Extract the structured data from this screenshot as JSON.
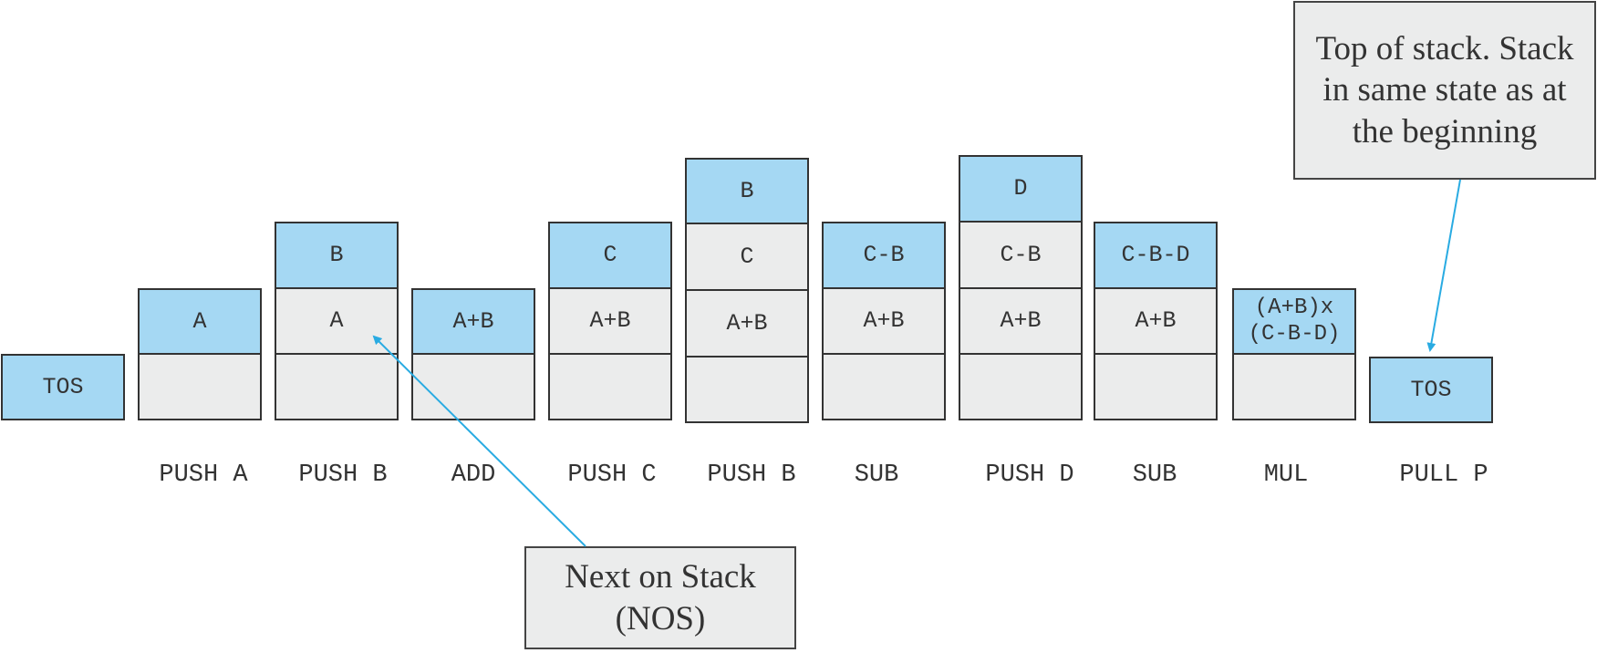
{
  "colors": {
    "top_of_stack": "#a5d8f3",
    "stack_cell": "#ebecec",
    "border": "#333333",
    "arrow": "#29abe2"
  },
  "steps": [
    {
      "op": "",
      "cells": [
        "TOS"
      ]
    },
    {
      "op": "PUSH A",
      "cells": [
        "A",
        ""
      ]
    },
    {
      "op": "PUSH B",
      "cells": [
        "B",
        "A",
        ""
      ]
    },
    {
      "op": "ADD",
      "cells": [
        "A+B",
        ""
      ]
    },
    {
      "op": "PUSH C",
      "cells": [
        "C",
        "A+B",
        ""
      ]
    },
    {
      "op": "PUSH B",
      "cells": [
        "B",
        "C",
        "A+B",
        ""
      ]
    },
    {
      "op": "SUB",
      "cells": [
        "C-B",
        "A+B",
        ""
      ]
    },
    {
      "op": "PUSH D",
      "cells": [
        "D",
        "C-B",
        "A+B",
        ""
      ]
    },
    {
      "op": "SUB",
      "cells": [
        "C-B-D",
        "A+B",
        ""
      ]
    },
    {
      "op": "MUL",
      "cells": [
        "(A+B)x\n(C-B-D)",
        ""
      ]
    },
    {
      "op": "PULL P",
      "cells": [
        "TOS"
      ]
    }
  ],
  "callouts": {
    "nos": "Next on Stack (NOS)",
    "tos": "Top of stack. Stack in same state as at the beginning"
  }
}
